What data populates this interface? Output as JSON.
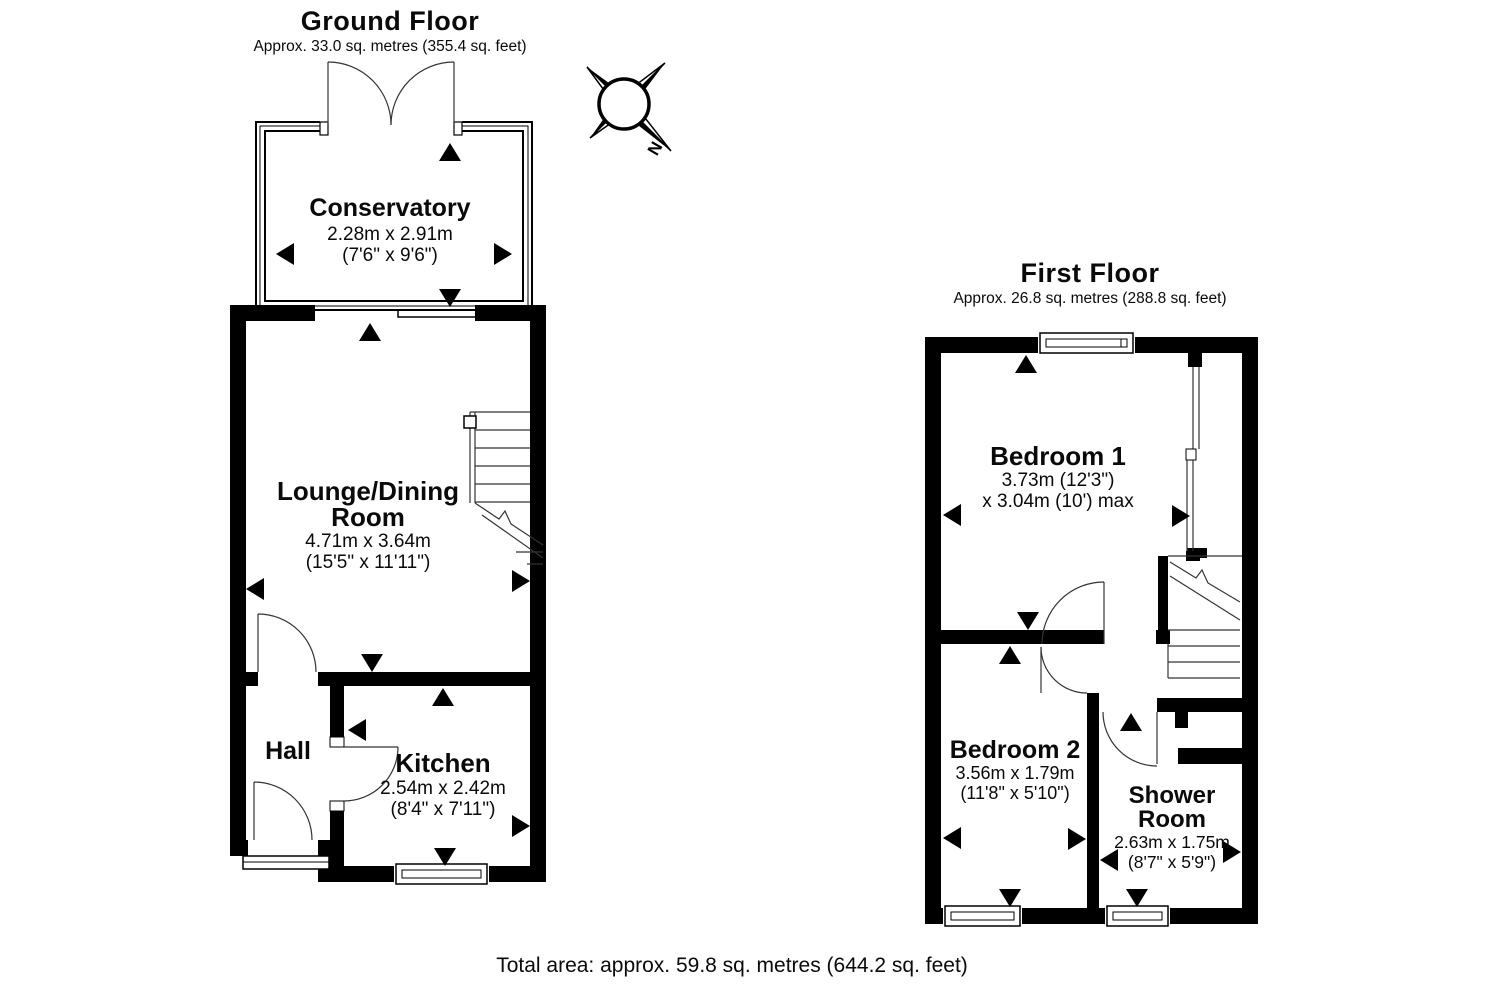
{
  "ground_floor": {
    "title": "Ground Floor",
    "subtitle": "Approx. 33.0 sq. metres (355.4 sq. feet)",
    "rooms": {
      "conservatory": {
        "name": "Conservatory",
        "metric": "2.28m x 2.91m",
        "imperial": "(7'6\" x 9'6\")"
      },
      "lounge": {
        "name_line1": "Lounge/Dining",
        "name_line2": "Room",
        "metric": "4.71m x 3.64m",
        "imperial": "(15'5\" x 11'11\")"
      },
      "hall": {
        "name": "Hall"
      },
      "kitchen": {
        "name": "Kitchen",
        "metric": "2.54m x 2.42m",
        "imperial": "(8'4\" x 7'11\")"
      }
    }
  },
  "first_floor": {
    "title": "First Floor",
    "subtitle": "Approx. 26.8 sq. metres (288.8 sq. feet)",
    "rooms": {
      "bedroom1": {
        "name": "Bedroom 1",
        "metric": "3.73m (12'3\")",
        "metric2": "x 3.04m (10') max"
      },
      "bedroom2": {
        "name": "Bedroom 2",
        "metric": "3.56m x 1.79m",
        "imperial": "(11'8\" x 5'10\")"
      },
      "shower": {
        "name_line1": "Shower",
        "name_line2": "Room",
        "metric": "2.63m x 1.75m",
        "imperial": "(8'7\" x 5'9\")"
      }
    }
  },
  "compass": {
    "north_label": "N"
  },
  "footer": {
    "total_area": "Total area: approx. 59.8 sq. metres (644.2 sq. feet)"
  },
  "colors": {
    "wall": "#000000",
    "background": "#ffffff",
    "line": "#333333"
  }
}
